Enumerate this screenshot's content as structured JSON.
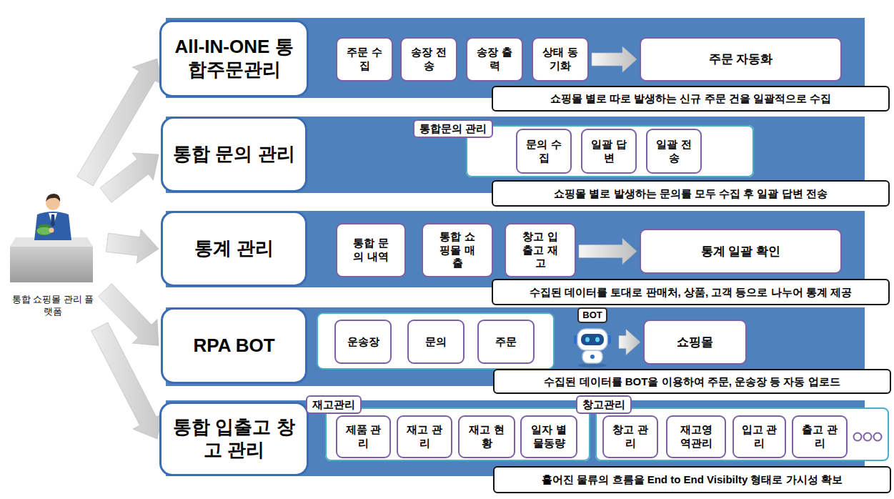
{
  "diagram": {
    "nodes": [
      {
        "text": [
          "통합 쇼핑몰 관리 플랫폼"
        ]
      },
      {
        "text": [
          "All-IN-ONE 통합주문관리"
        ]
      },
      {
        "text": [
          "주문 수집"
        ]
      },
      {
        "text": [
          "송장 전송"
        ]
      },
      {
        "text": [
          "송장 출력"
        ]
      },
      {
        "text": [
          "상태 동기화"
        ]
      },
      {
        "text": [
          "주문 자동화"
        ]
      },
      {
        "text": [
          "쇼핑몰 별로 따로 발생하는 신규 주문 건을 일괄적으로 수집"
        ]
      },
      {
        "text": [
          "통합 문의 관리"
        ]
      },
      {
        "text": [
          "통합문의 관리"
        ]
      },
      {
        "text": [
          "문의 수집"
        ],
        "in": 9
      },
      {
        "text": [
          "일괄 답변"
        ],
        "in": 9
      },
      {
        "text": [
          "일괄 전송"
        ],
        "in": 9
      },
      {
        "text": [
          "쇼핑몰 별로 발생하는 문의를 모두 수집 후 일괄 답변 전송"
        ]
      },
      {
        "text": [
          "통계 관리"
        ]
      },
      {
        "text": [
          "통합 문의 내역"
        ]
      },
      {
        "text": [
          "통합 쇼핑몰 매출"
        ]
      },
      {
        "text": [
          "창고 입출고 재고"
        ]
      },
      {
        "text": [
          "통계 일괄 확인"
        ]
      },
      {
        "text": [
          "수집된 데이터를 토대로 판매처, 상품, 고객 등으로 나누어 통계 제공"
        ]
      },
      {
        "text": [
          "RPA BOT"
        ]
      },
      {
        "text": [
          "운송장"
        ]
      },
      {
        "text": [
          "문의"
        ]
      },
      {
        "text": [
          "주문"
        ]
      },
      {
        "text": [
          "BOT"
        ]
      },
      {
        "text": [
          "쇼핑몰"
        ]
      },
      {
        "text": [
          "수집된 데이터를 BOT을 이용하여 주문, 운송장 등 자동 업로드"
        ]
      },
      {
        "text": [
          "통합 입출고 창고 관리"
        ]
      },
      {
        "text": [
          "재고관리"
        ]
      },
      {
        "text": [
          "제품 관리"
        ],
        "in": 28
      },
      {
        "text": [
          "재고 관리"
        ],
        "in": 28
      },
      {
        "text": [
          "재고 현 황"
        ],
        "in": 28
      },
      {
        "text": [
          "일자 별 물동량"
        ],
        "in": 28
      },
      {
        "text": [
          "창고관리"
        ]
      },
      {
        "text": [
          "창고 관리"
        ],
        "in": 33
      },
      {
        "text": [
          "재고영 역관리"
        ],
        "in": 33
      },
      {
        "text": [
          "입고 관리"
        ],
        "in": 33
      },
      {
        "text": [
          "출고 관리"
        ],
        "in": 33
      },
      {
        "text": [
          "흩어진 물류의 흐름을 End to End Visibilty 형태로 가시성 확보"
        ]
      }
    ],
    "edges": [
      {
        "from": 0,
        "to": 1,
        "arrow": "to"
      },
      {
        "from": 0,
        "to": 8,
        "arrow": "to"
      },
      {
        "from": 0,
        "to": 14,
        "arrow": "to"
      },
      {
        "from": 0,
        "to": 20,
        "arrow": "to"
      },
      {
        "from": 0,
        "to": 27,
        "arrow": "to"
      },
      {
        "from": 5,
        "to": 6,
        "arrow": "to"
      },
      {
        "from": 17,
        "to": 18,
        "arrow": "to"
      },
      {
        "from": 24,
        "to": 25,
        "arrow": "to"
      }
    ]
  }
}
